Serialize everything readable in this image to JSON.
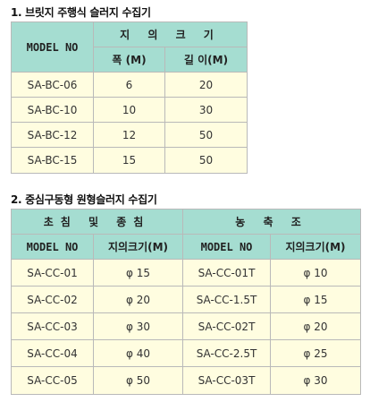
{
  "section1": {
    "title": "1. 브릿지 주행식 슬러지 수집기",
    "header": {
      "model": "MODEL NO",
      "size": "지 의 크 기",
      "width": "폭 (M)",
      "length": "길 이(M)"
    },
    "rows": [
      {
        "model": "SA-BC-06",
        "width": "6",
        "length": "20"
      },
      {
        "model": "SA-BC-10",
        "width": "10",
        "length": "30"
      },
      {
        "model": "SA-BC-12",
        "width": "12",
        "length": "50"
      },
      {
        "model": "SA-BC-15",
        "width": "15",
        "length": "50"
      }
    ]
  },
  "section2": {
    "title": "2. 중심구동형 원형슬러지 수집기",
    "groups": {
      "left": "초침 및 종침",
      "right": "농 축 조"
    },
    "header": {
      "model": "MODEL NO",
      "size": "지의크기(M)"
    },
    "rows": [
      {
        "left_model": "SA-CC-01",
        "left_size": "φ 15",
        "right_model": "SA-CC-01T",
        "right_size": "φ 10"
      },
      {
        "left_model": "SA-CC-02",
        "left_size": "φ 20",
        "right_model": "SA-CC-1.5T",
        "right_size": "φ 15"
      },
      {
        "left_model": "SA-CC-03",
        "left_size": "φ 30",
        "right_model": "SA-CC-02T",
        "right_size": "φ 20"
      },
      {
        "left_model": "SA-CC-04",
        "left_size": "φ 40",
        "right_model": "SA-CC-2.5T",
        "right_size": "φ 25"
      },
      {
        "left_model": "SA-CC-05",
        "left_size": "φ 50",
        "right_model": "SA-CC-03T",
        "right_size": "φ 30"
      }
    ]
  },
  "colors": {
    "header_bg": "#a5ddd1",
    "cell_bg": "#fffde0",
    "border": "#b9b9b9"
  }
}
